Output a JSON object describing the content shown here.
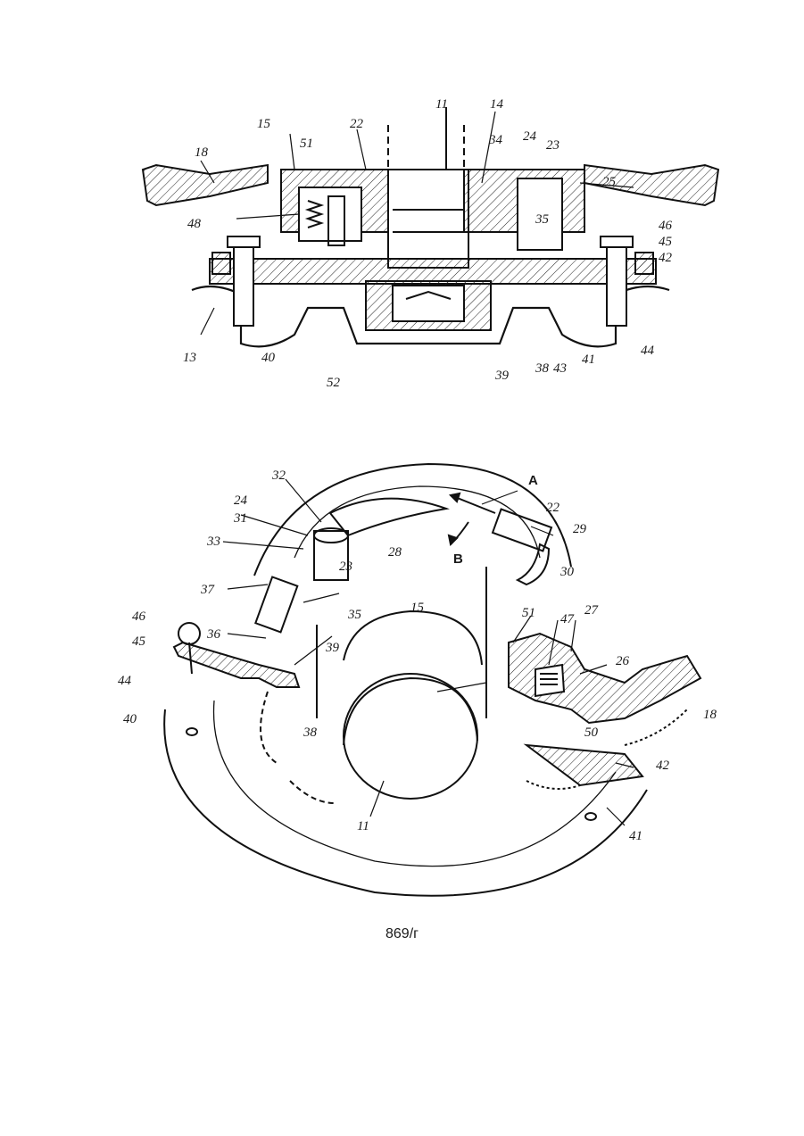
{
  "figure_top": {
    "labels": [
      "15",
      "22",
      "51",
      "18",
      "48",
      "11",
      "14",
      "34",
      "24",
      "23",
      "25",
      "35",
      "46",
      "45",
      "42",
      "13",
      "40",
      "52",
      "39",
      "38",
      "43",
      "41",
      "44"
    ]
  },
  "figure_bottom": {
    "labels": [
      "32",
      "24",
      "31",
      "33",
      "22",
      "A",
      "29",
      "28",
      "B",
      "23",
      "30",
      "37",
      "35",
      "15",
      "51",
      "27",
      "47",
      "36",
      "46",
      "45",
      "39",
      "26",
      "44",
      "40",
      "38",
      "11",
      "50",
      "18",
      "42",
      "41"
    ]
  },
  "caption": "869/г"
}
